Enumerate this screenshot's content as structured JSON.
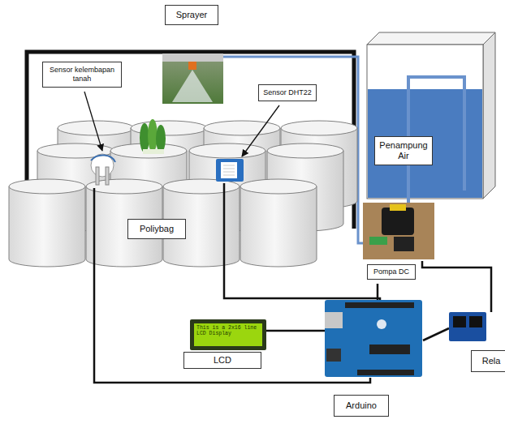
{
  "diagram": {
    "nodes": [
      {
        "text": [
          "Sprayer"
        ]
      },
      {
        "text": [
          "Sensor kelembapan tanah"
        ]
      },
      {
        "text": [
          "Sensor DHT22"
        ]
      },
      {
        "text": [
          "Penampung Air"
        ]
      },
      {
        "text": [
          "Poliybag"
        ]
      },
      {
        "text": [
          "Pompa DC"
        ]
      },
      {
        "text": [
          "LCD"
        ]
      },
      {
        "text": [
          "Arduino"
        ]
      },
      {
        "text": [
          "Rela"
        ]
      }
    ],
    "labels": [
      "This is a 2x16 line LCD Display"
    ]
  }
}
